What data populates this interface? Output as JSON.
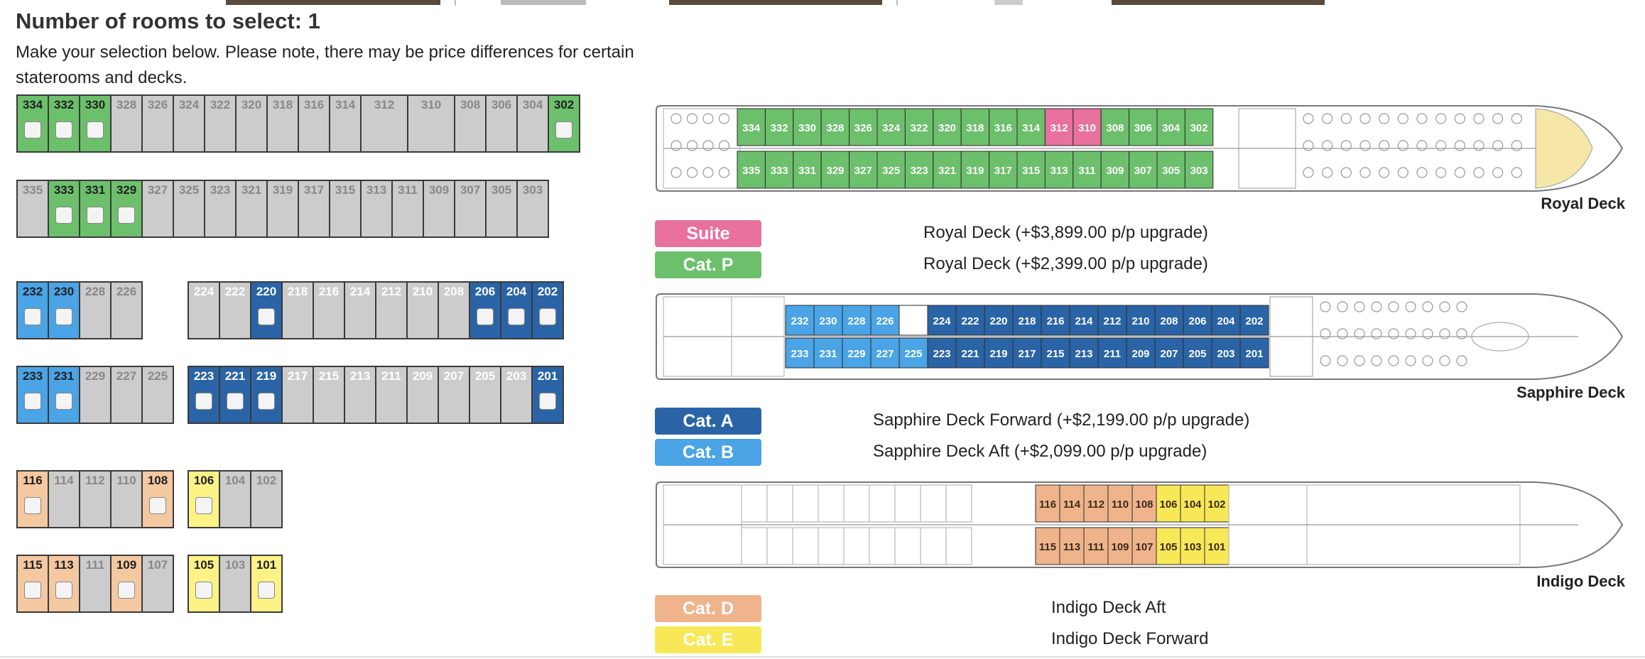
{
  "heading": "Number of rooms to select: 1",
  "subtext": "Make your selection below. Please note, there may be price differences for certain staterooms and decks.",
  "colors": {
    "suite": "#e8719e",
    "cat_p": "#6cc06c",
    "cat_a": "#2a64a6",
    "cat_b": "#4aa4e6",
    "cat_d": "#f0b48c",
    "cat_e": "#f8e858",
    "unavailable": "#cccccc"
  },
  "room_grid": {
    "royal_port": [
      {
        "num": "334",
        "cat": "p",
        "sel": true
      },
      {
        "num": "332",
        "cat": "p",
        "sel": true
      },
      {
        "num": "330",
        "cat": "p",
        "sel": true
      },
      {
        "num": "328"
      },
      {
        "num": "326"
      },
      {
        "num": "324"
      },
      {
        "num": "322"
      },
      {
        "num": "320"
      },
      {
        "num": "318"
      },
      {
        "num": "316"
      },
      {
        "num": "314"
      },
      {
        "num": "312",
        "wide": true
      },
      {
        "num": "310",
        "wide": true
      },
      {
        "num": "308"
      },
      {
        "num": "306"
      },
      {
        "num": "304"
      },
      {
        "num": "302",
        "cat": "p",
        "sel": true
      }
    ],
    "royal_starboard": [
      {
        "num": "335"
      },
      {
        "num": "333",
        "cat": "p",
        "sel": true
      },
      {
        "num": "331",
        "cat": "p",
        "sel": true
      },
      {
        "num": "329",
        "cat": "p",
        "sel": true
      },
      {
        "num": "327"
      },
      {
        "num": "325"
      },
      {
        "num": "323"
      },
      {
        "num": "321"
      },
      {
        "num": "319"
      },
      {
        "num": "317"
      },
      {
        "num": "315"
      },
      {
        "num": "313"
      },
      {
        "num": "311"
      },
      {
        "num": "309"
      },
      {
        "num": "307"
      },
      {
        "num": "305"
      },
      {
        "num": "303"
      }
    ],
    "sapphire_port_aft": [
      {
        "num": "232",
        "cat": "b",
        "sel": true
      },
      {
        "num": "230",
        "cat": "b",
        "sel": true
      },
      {
        "num": "228"
      },
      {
        "num": "226"
      }
    ],
    "sapphire_port_fwd": [
      {
        "num": "224",
        "white": true
      },
      {
        "num": "222",
        "white": true
      },
      {
        "num": "220",
        "cat": "a",
        "sel": true
      },
      {
        "num": "218",
        "white": true
      },
      {
        "num": "216",
        "white": true
      },
      {
        "num": "214",
        "white": true
      },
      {
        "num": "212",
        "white": true
      },
      {
        "num": "210",
        "white": true
      },
      {
        "num": "208",
        "white": true
      },
      {
        "num": "206",
        "cat": "a",
        "sel": true
      },
      {
        "num": "204",
        "cat": "a",
        "sel": true
      },
      {
        "num": "202",
        "cat": "a",
        "sel": true
      }
    ],
    "sapphire_stbd_aft": [
      {
        "num": "233",
        "cat": "b",
        "sel": true
      },
      {
        "num": "231",
        "cat": "b",
        "sel": true
      },
      {
        "num": "229"
      },
      {
        "num": "227"
      },
      {
        "num": "225"
      }
    ],
    "sapphire_stbd_fwd": [
      {
        "num": "223",
        "cat": "a",
        "sel": true
      },
      {
        "num": "221",
        "cat": "a",
        "sel": true
      },
      {
        "num": "219",
        "cat": "a",
        "sel": true
      },
      {
        "num": "217",
        "white": true
      },
      {
        "num": "215",
        "white": true
      },
      {
        "num": "213",
        "white": true
      },
      {
        "num": "211",
        "white": true
      },
      {
        "num": "209",
        "white": true
      },
      {
        "num": "207",
        "white": true
      },
      {
        "num": "205",
        "white": true
      },
      {
        "num": "203",
        "white": true
      },
      {
        "num": "201",
        "cat": "a",
        "sel": true
      }
    ],
    "indigo_port_aft": [
      {
        "num": "116",
        "cat": "d",
        "sel": true
      },
      {
        "num": "114"
      },
      {
        "num": "112"
      },
      {
        "num": "110"
      },
      {
        "num": "108",
        "cat": "d",
        "sel": true
      }
    ],
    "indigo_port_fwd": [
      {
        "num": "106",
        "cat": "e",
        "sel": true
      },
      {
        "num": "104"
      },
      {
        "num": "102"
      }
    ],
    "indigo_stbd_aft": [
      {
        "num": "115",
        "cat": "d",
        "sel": true
      },
      {
        "num": "113",
        "cat": "d",
        "sel": true
      },
      {
        "num": "111"
      },
      {
        "num": "109",
        "cat": "d",
        "sel": true
      },
      {
        "num": "107"
      }
    ],
    "indigo_stbd_fwd": [
      {
        "num": "105",
        "cat": "e",
        "sel": true
      },
      {
        "num": "103"
      },
      {
        "num": "101",
        "cat": "e",
        "sel": true
      }
    ]
  },
  "royal_plan": {
    "top": [
      {
        "n": "334",
        "c": "p"
      },
      {
        "n": "332",
        "c": "p"
      },
      {
        "n": "330",
        "c": "p"
      },
      {
        "n": "328",
        "c": "p"
      },
      {
        "n": "326",
        "c": "p"
      },
      {
        "n": "324",
        "c": "p"
      },
      {
        "n": "322",
        "c": "p"
      },
      {
        "n": "320",
        "c": "p"
      },
      {
        "n": "318",
        "c": "p"
      },
      {
        "n": "316",
        "c": "p"
      },
      {
        "n": "314",
        "c": "p"
      },
      {
        "n": "312",
        "c": "s"
      },
      {
        "n": "310",
        "c": "s"
      },
      {
        "n": "308",
        "c": "p"
      },
      {
        "n": "306",
        "c": "p"
      },
      {
        "n": "304",
        "c": "p"
      },
      {
        "n": "302",
        "c": "p"
      }
    ],
    "bottom": [
      "335",
      "333",
      "331",
      "329",
      "327",
      "325",
      "323",
      "321",
      "319",
      "317",
      "315",
      "313",
      "311",
      "309",
      "307",
      "305",
      "303"
    ]
  },
  "sapphire_plan": {
    "top_aft": [
      "232",
      "230",
      "228",
      "226"
    ],
    "top_fwd": [
      "224",
      "222",
      "220",
      "218",
      "216",
      "214",
      "212",
      "210",
      "208",
      "206",
      "204",
      "202"
    ],
    "bottom_aft": [
      "233",
      "231",
      "229",
      "227",
      "225"
    ],
    "bottom_fwd": [
      "223",
      "221",
      "219",
      "217",
      "215",
      "213",
      "211",
      "209",
      "207",
      "205",
      "203",
      "201"
    ]
  },
  "indigo_plan": {
    "top": [
      {
        "n": "116",
        "c": "d"
      },
      {
        "n": "114",
        "c": "d"
      },
      {
        "n": "112",
        "c": "d"
      },
      {
        "n": "110",
        "c": "d"
      },
      {
        "n": "108",
        "c": "d"
      },
      {
        "n": "106",
        "c": "e"
      },
      {
        "n": "104",
        "c": "e"
      },
      {
        "n": "102",
        "c": "e"
      }
    ],
    "bottom": [
      {
        "n": "115",
        "c": "d"
      },
      {
        "n": "113",
        "c": "d"
      },
      {
        "n": "111",
        "c": "d"
      },
      {
        "n": "109",
        "c": "d"
      },
      {
        "n": "107",
        "c": "d"
      },
      {
        "n": "105",
        "c": "e"
      },
      {
        "n": "103",
        "c": "e"
      },
      {
        "n": "101",
        "c": "e"
      }
    ]
  },
  "decks": {
    "royal": "Royal Deck",
    "sapphire": "Sapphire Deck",
    "indigo": "Indigo Deck"
  },
  "legend": {
    "suite": {
      "badge": "Suite",
      "text": "Royal Deck (+$3,899.00 p/p upgrade)"
    },
    "cat_p": {
      "badge": "Cat. P",
      "text": "Royal Deck (+$2,399.00 p/p upgrade)"
    },
    "cat_a": {
      "badge": "Cat. A",
      "text": "Sapphire Deck Forward (+$2,199.00 p/p upgrade)"
    },
    "cat_b": {
      "badge": "Cat. B",
      "text": "Sapphire Deck Aft (+$2,099.00 p/p upgrade)"
    },
    "cat_d": {
      "badge": "Cat. D",
      "text": "Indigo Deck Aft"
    },
    "cat_e": {
      "badge": "Cat. E",
      "text": "Indigo Deck Forward"
    }
  }
}
